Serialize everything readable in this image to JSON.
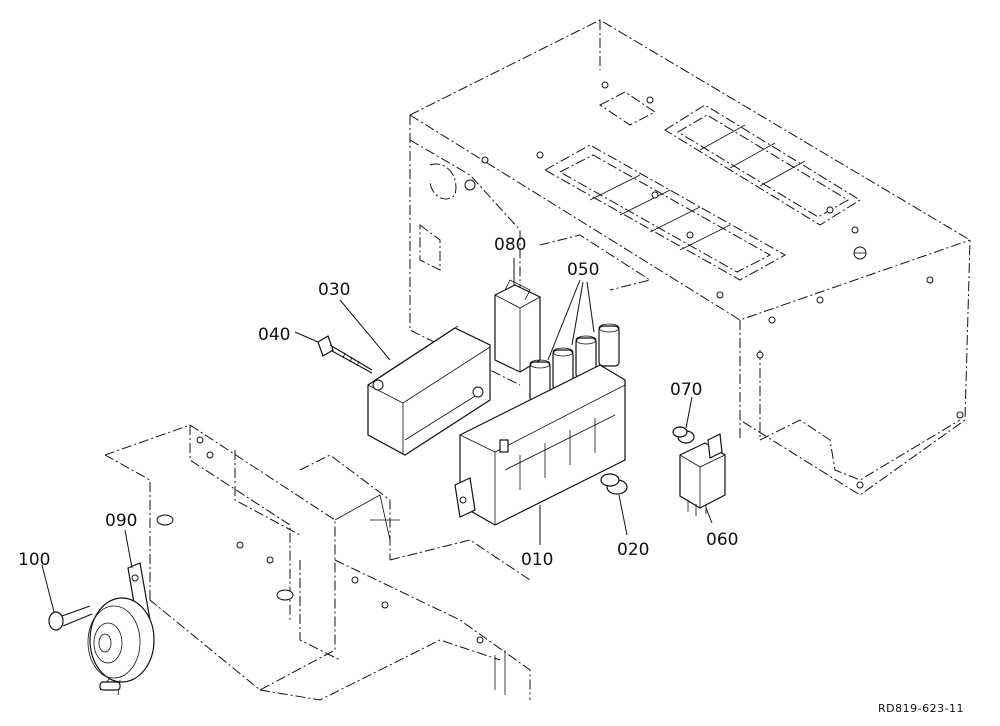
{
  "callouts": [
    {
      "id": "c010",
      "text": "010"
    },
    {
      "id": "c020",
      "text": "020"
    },
    {
      "id": "c030",
      "text": "030"
    },
    {
      "id": "c040",
      "text": "040"
    },
    {
      "id": "c050",
      "text": "050"
    },
    {
      "id": "c060",
      "text": "060"
    },
    {
      "id": "c070",
      "text": "070"
    },
    {
      "id": "c080",
      "text": "080"
    },
    {
      "id": "c090",
      "text": "090"
    },
    {
      "id": "c100",
      "text": "100"
    }
  ],
  "drawing_code": "RD819-623-11"
}
